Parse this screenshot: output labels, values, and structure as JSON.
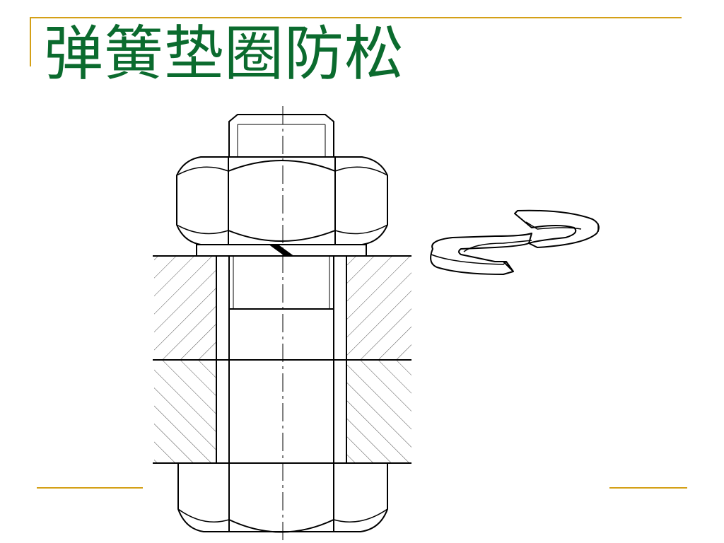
{
  "slide": {
    "title": "弹簧垫圈防松"
  },
  "colors": {
    "title": "#0b6b2e",
    "accent_rule": "#d4a017",
    "drawing_line": "#000000",
    "hatch": "#555555",
    "background": "#ffffff"
  },
  "diagram": {
    "subject": "bolt-nut-spring-washer-assembly",
    "views": [
      "section-view",
      "spring-washer-3d"
    ]
  }
}
